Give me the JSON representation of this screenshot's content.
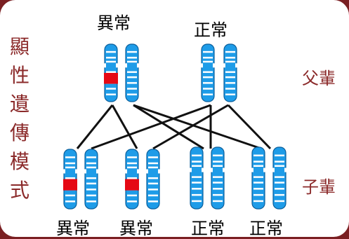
{
  "side_title": [
    "顯",
    "性",
    "遺",
    "傳",
    "模",
    "式"
  ],
  "generations": {
    "parent": "父輩",
    "child": "子輩"
  },
  "parents": [
    "異常",
    "正常"
  ],
  "children": [
    "異常",
    "異常",
    "正常",
    "正常"
  ],
  "colors": {
    "chromosome": "#1e9ce8",
    "chromosome_dark": "#0b5f9b",
    "band": "#ffffff",
    "mutation": "#e50914",
    "title": "#8b2a2a",
    "frame": "#7a1f22"
  },
  "chromosome_pairs": {
    "abnormal_parent": {
      "mutant": true
    },
    "normal_parent": {
      "mutant": false
    },
    "child_1": {
      "mutant": true
    },
    "child_2": {
      "mutant": true
    },
    "child_3": {
      "mutant": false
    },
    "child_4": {
      "mutant": false
    }
  }
}
